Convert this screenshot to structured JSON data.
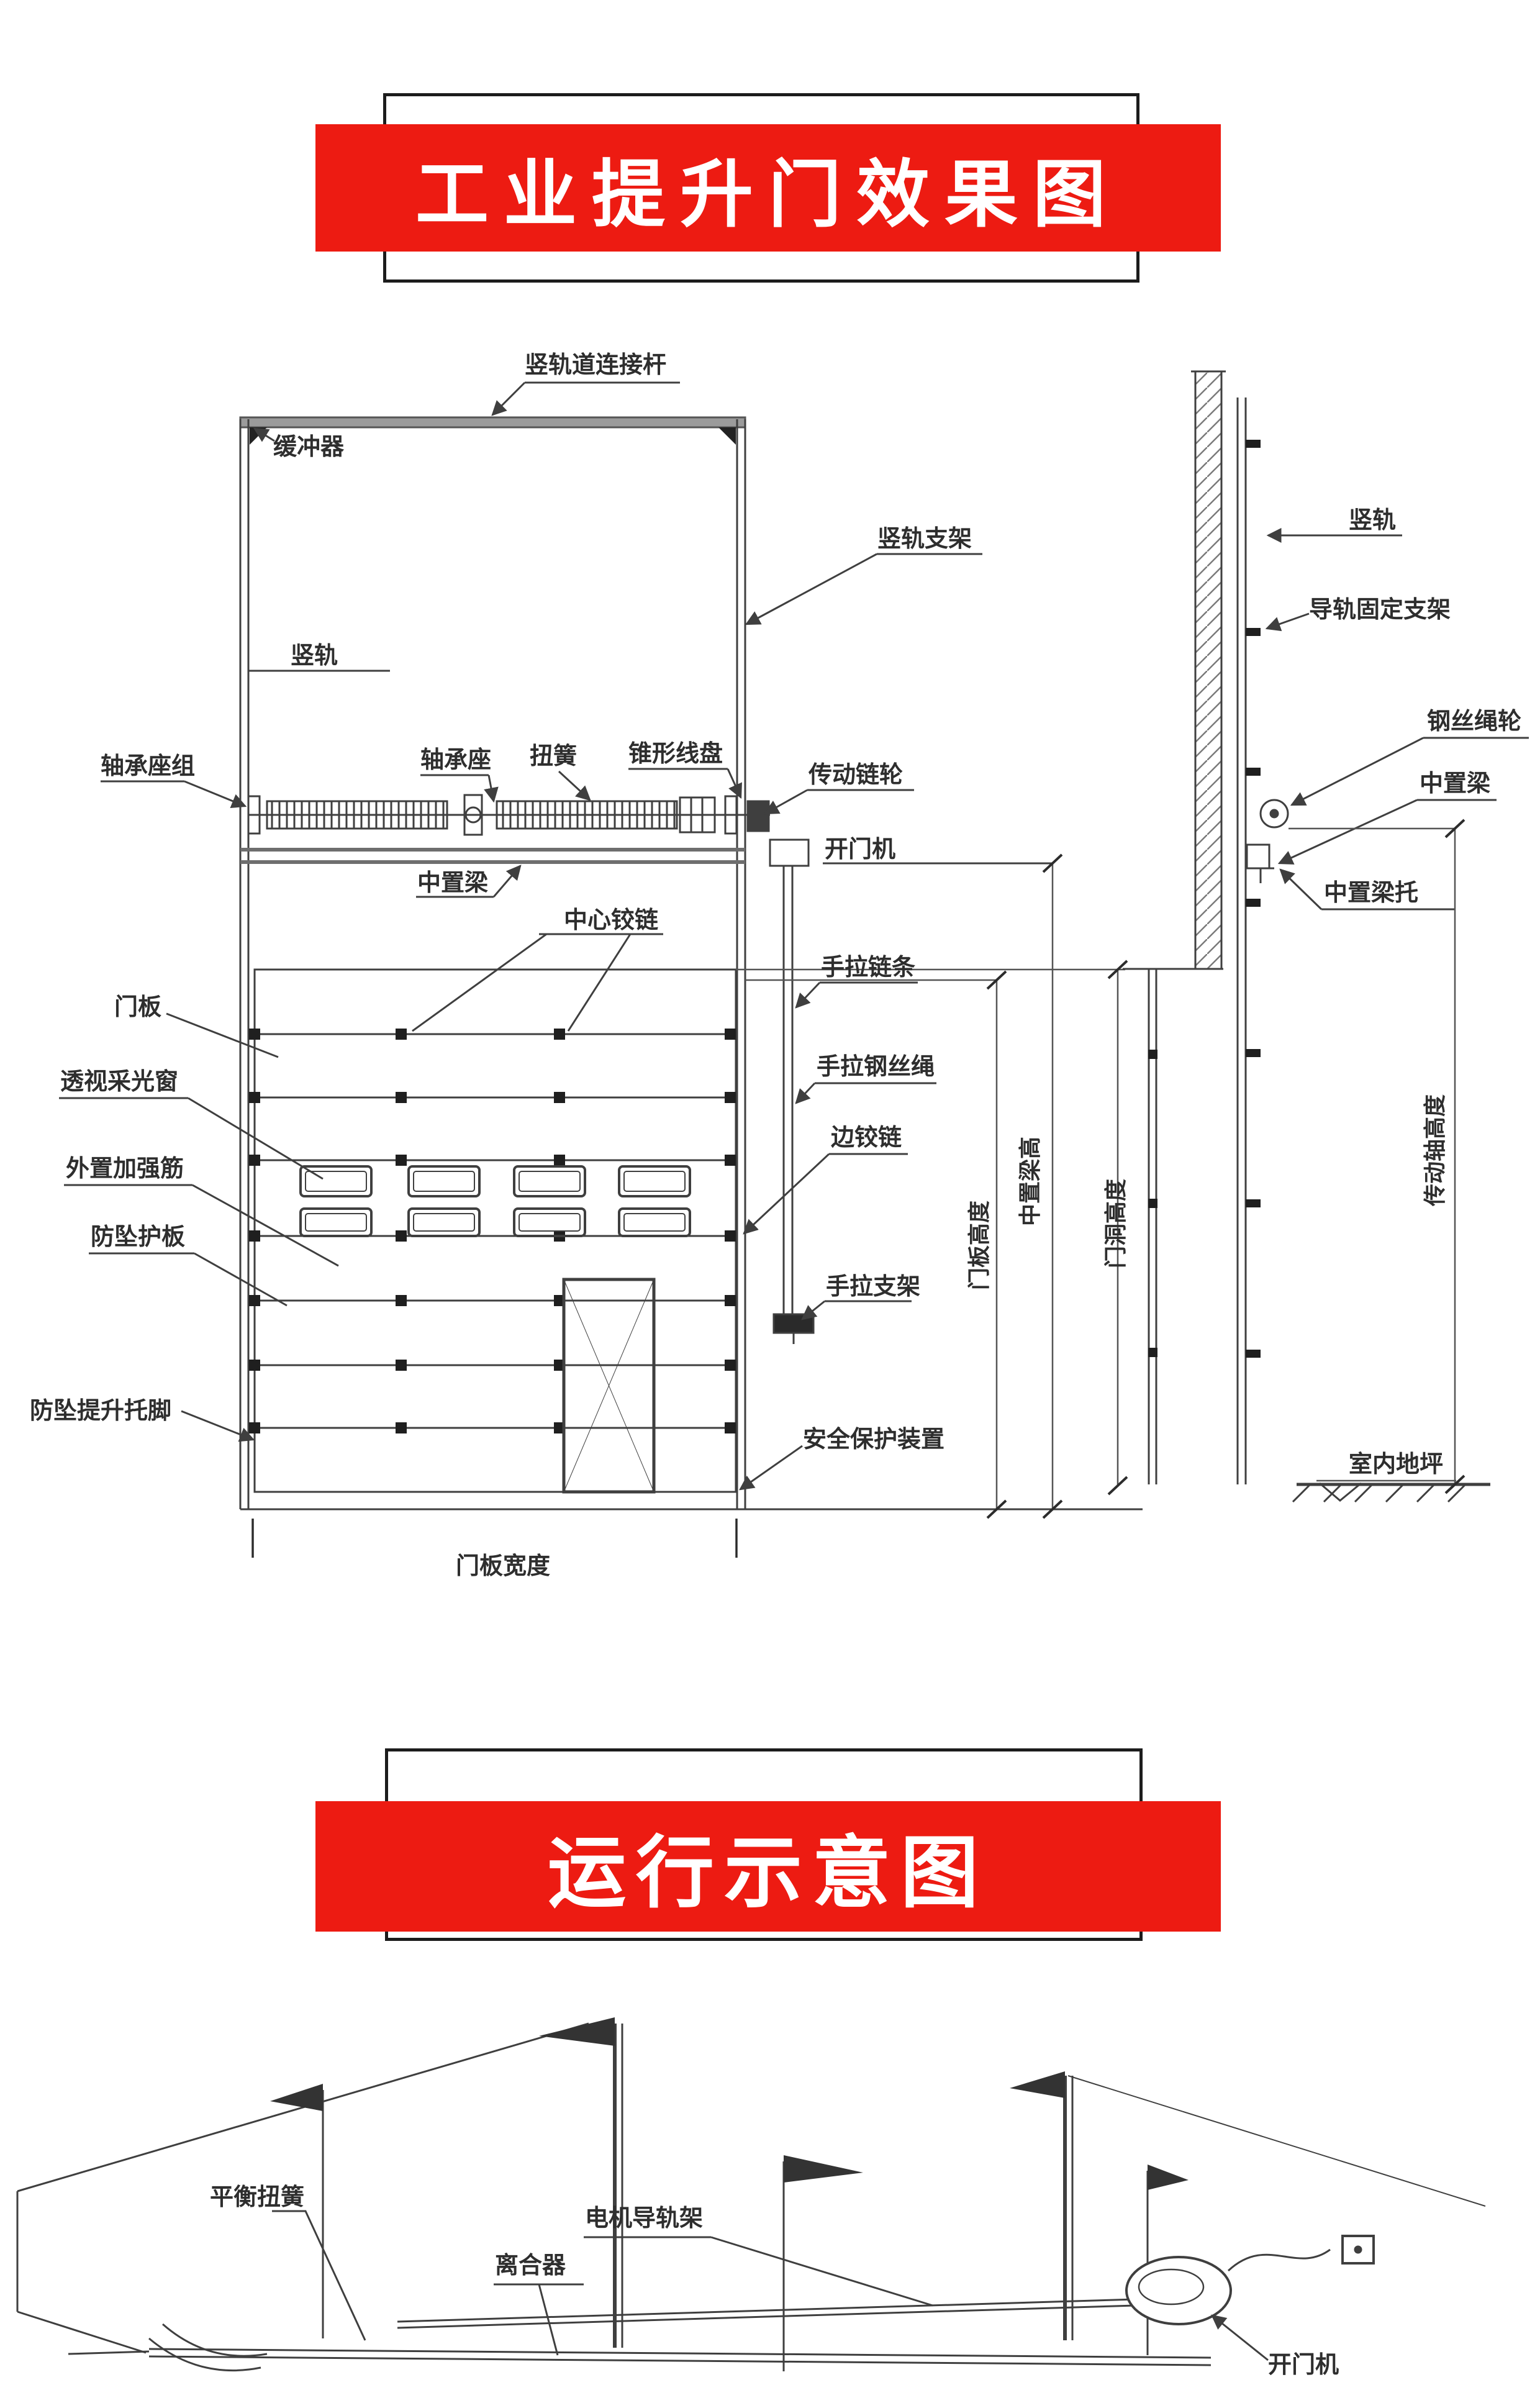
{
  "banners": {
    "banner1": {
      "title": "工业提升门效果图"
    },
    "banner2": {
      "title": "运行示意图"
    }
  },
  "colors": {
    "banner_red": "#ed1b12",
    "banner_text": "#ffffff",
    "line": "#3f3f3f"
  },
  "front_view": {
    "labels": {
      "track_connector": "竖轨道连接杆",
      "buffer": "缓冲器",
      "track_bracket": "竖轨支架",
      "vertical_track": "竖轨",
      "bearing_block_set": "轴承座组",
      "bearing_block": "轴承座",
      "torsion_spring": "扭簧",
      "cone_drum": "锥形线盘",
      "drive_sprocket": "传动链轮",
      "door_opener": "开门机",
      "center_beam": "中置梁",
      "center_hinge": "中心铰链",
      "door_panel": "门板",
      "window": "透视采光窗",
      "external_rib": "外置加强筋",
      "anti_fall_plate": "防坠护板",
      "anti_fall_foot": "防坠提升托脚",
      "hand_chain": "手拉链条",
      "hand_wire_rope": "手拉钢丝绳",
      "edge_hinge": "边铰链",
      "hand_bracket": "手拉支架",
      "safety_device": "安全保护装置",
      "door_width": "门板宽度",
      "door_panel_height": "门板高度",
      "center_beam_height": "中置梁高",
      "opening_height": "门洞高度"
    }
  },
  "side_view": {
    "labels": {
      "vertical_track": "竖轨",
      "rail_fixing_bracket": "导轨固定支架",
      "wire_rope_pulley": "钢丝绳轮",
      "center_beam": "中置梁",
      "center_beam_support": "中置梁托",
      "drive_shaft_height": "传动轴高度",
      "indoor_floor": "室内地坪"
    }
  },
  "operation_view": {
    "labels": {
      "balance_spring": "平衡扭簧",
      "clutch": "离合器",
      "motor_rail_frame": "电机导轨架",
      "door_opener": "开门机"
    }
  }
}
